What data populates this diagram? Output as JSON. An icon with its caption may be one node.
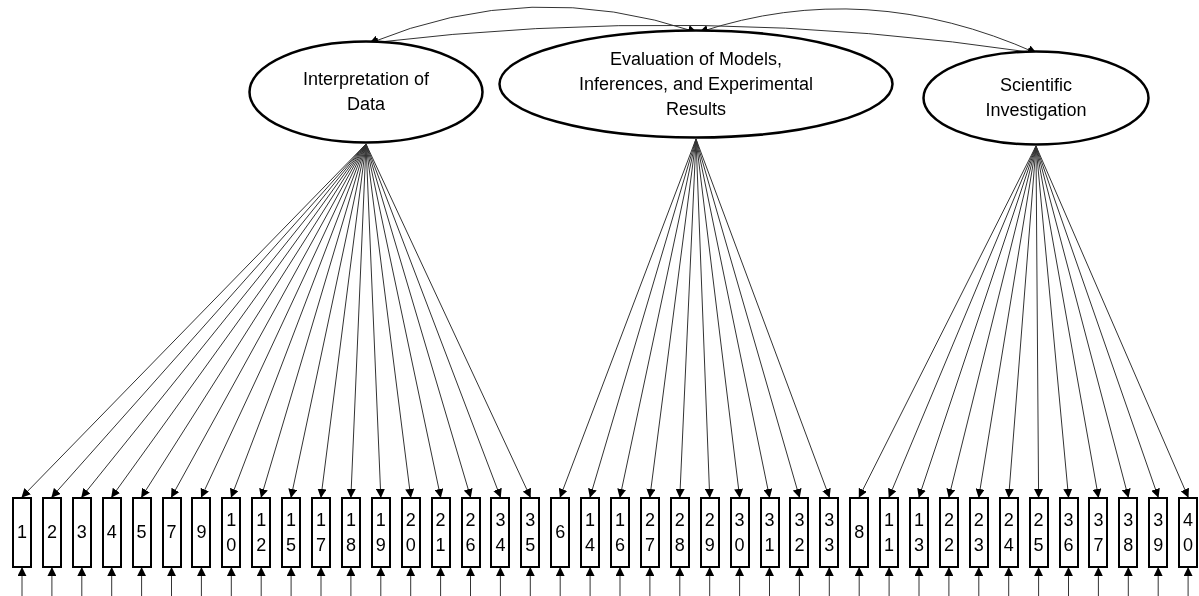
{
  "diagram": {
    "nodes": [
      {
        "text": [
          "Interpretation of Data"
        ]
      },
      {
        "text": [
          "Evaluation of Models, Inferences, and Experimental Results"
        ]
      },
      {
        "text": [
          "Scientific Investigation"
        ]
      },
      {
        "text": [
          "1"
        ]
      },
      {
        "text": [
          "2"
        ]
      },
      {
        "text": [
          "3"
        ]
      },
      {
        "text": [
          "4"
        ]
      },
      {
        "text": [
          "5"
        ]
      },
      {
        "text": [
          "7"
        ]
      },
      {
        "text": [
          "9"
        ]
      },
      {
        "text": [
          "10"
        ]
      },
      {
        "text": [
          "12"
        ]
      },
      {
        "text": [
          "15"
        ]
      },
      {
        "text": [
          "17"
        ]
      },
      {
        "text": [
          "18"
        ]
      },
      {
        "text": [
          "19"
        ]
      },
      {
        "text": [
          "20"
        ]
      },
      {
        "text": [
          "21"
        ]
      },
      {
        "text": [
          "26"
        ]
      },
      {
        "text": [
          "34"
        ]
      },
      {
        "text": [
          "35"
        ]
      },
      {
        "text": [
          "6"
        ]
      },
      {
        "text": [
          "14"
        ]
      },
      {
        "text": [
          "16"
        ]
      },
      {
        "text": [
          "27"
        ]
      },
      {
        "text": [
          "28"
        ]
      },
      {
        "text": [
          "29"
        ]
      },
      {
        "text": [
          "30"
        ]
      },
      {
        "text": [
          "31"
        ]
      },
      {
        "text": [
          "32"
        ]
      },
      {
        "text": [
          "33"
        ]
      },
      {
        "text": [
          "8"
        ]
      },
      {
        "text": [
          "11"
        ]
      },
      {
        "text": [
          "13"
        ]
      },
      {
        "text": [
          "22"
        ]
      },
      {
        "text": [
          "23"
        ]
      },
      {
        "text": [
          "24"
        ]
      },
      {
        "text": [
          "25"
        ]
      },
      {
        "text": [
          "36"
        ]
      },
      {
        "text": [
          "37"
        ]
      },
      {
        "text": [
          "38"
        ]
      },
      {
        "text": [
          "39"
        ]
      },
      {
        "text": [
          "40"
        ]
      }
    ],
    "edges": [
      {
        "from": 0,
        "to": 3,
        "arrow": "to"
      },
      {
        "from": 0,
        "to": 4,
        "arrow": "to"
      },
      {
        "from": 0,
        "to": 5,
        "arrow": "to"
      },
      {
        "from": 0,
        "to": 6,
        "arrow": "to"
      },
      {
        "from": 0,
        "to": 7,
        "arrow": "to"
      },
      {
        "from": 0,
        "to": 8,
        "arrow": "to"
      },
      {
        "from": 0,
        "to": 9,
        "arrow": "to"
      },
      {
        "from": 0,
        "to": 10,
        "arrow": "to"
      },
      {
        "from": 0,
        "to": 11,
        "arrow": "to"
      },
      {
        "from": 0,
        "to": 12,
        "arrow": "to"
      },
      {
        "from": 0,
        "to": 13,
        "arrow": "to"
      },
      {
        "from": 0,
        "to": 14,
        "arrow": "to"
      },
      {
        "from": 0,
        "to": 15,
        "arrow": "to"
      },
      {
        "from": 0,
        "to": 16,
        "arrow": "to"
      },
      {
        "from": 0,
        "to": 17,
        "arrow": "to"
      },
      {
        "from": 0,
        "to": 18,
        "arrow": "to"
      },
      {
        "from": 0,
        "to": 19,
        "arrow": "to"
      },
      {
        "from": 0,
        "to": 20,
        "arrow": "to"
      },
      {
        "from": 1,
        "to": 21,
        "arrow": "to"
      },
      {
        "from": 1,
        "to": 22,
        "arrow": "to"
      },
      {
        "from": 1,
        "to": 23,
        "arrow": "to"
      },
      {
        "from": 1,
        "to": 24,
        "arrow": "to"
      },
      {
        "from": 1,
        "to": 25,
        "arrow": "to"
      },
      {
        "from": 1,
        "to": 26,
        "arrow": "to"
      },
      {
        "from": 1,
        "to": 27,
        "arrow": "to"
      },
      {
        "from": 1,
        "to": 28,
        "arrow": "to"
      },
      {
        "from": 1,
        "to": 29,
        "arrow": "to"
      },
      {
        "from": 1,
        "to": 30,
        "arrow": "to"
      },
      {
        "from": 2,
        "to": 31,
        "arrow": "to"
      },
      {
        "from": 2,
        "to": 32,
        "arrow": "to"
      },
      {
        "from": 2,
        "to": 33,
        "arrow": "to"
      },
      {
        "from": 2,
        "to": 34,
        "arrow": "to"
      },
      {
        "from": 2,
        "to": 35,
        "arrow": "to"
      },
      {
        "from": 2,
        "to": 36,
        "arrow": "to"
      },
      {
        "from": 2,
        "to": 37,
        "arrow": "to"
      },
      {
        "from": 2,
        "to": 38,
        "arrow": "to"
      },
      {
        "from": 2,
        "to": 39,
        "arrow": "to"
      },
      {
        "from": 2,
        "to": 40,
        "arrow": "to"
      },
      {
        "from": 2,
        "to": 41,
        "arrow": "to"
      },
      {
        "from": 2,
        "to": 42,
        "arrow": "to"
      },
      {
        "from": null,
        "to": 3,
        "arrow": "to"
      },
      {
        "from": null,
        "to": 4,
        "arrow": "to"
      },
      {
        "from": null,
        "to": 5,
        "arrow": "to"
      },
      {
        "from": null,
        "to": 6,
        "arrow": "to"
      },
      {
        "from": null,
        "to": 7,
        "arrow": "to"
      },
      {
        "from": null,
        "to": 8,
        "arrow": "to"
      },
      {
        "from": null,
        "to": 9,
        "arrow": "to"
      },
      {
        "from": null,
        "to": 10,
        "arrow": "to"
      },
      {
        "from": null,
        "to": 11,
        "arrow": "to"
      },
      {
        "from": null,
        "to": 12,
        "arrow": "to"
      },
      {
        "from": null,
        "to": 13,
        "arrow": "to"
      },
      {
        "from": null,
        "to": 14,
        "arrow": "to"
      },
      {
        "from": null,
        "to": 15,
        "arrow": "to"
      },
      {
        "from": null,
        "to": 16,
        "arrow": "to"
      },
      {
        "from": null,
        "to": 17,
        "arrow": "to"
      },
      {
        "from": null,
        "to": 18,
        "arrow": "to"
      },
      {
        "from": null,
        "to": 19,
        "arrow": "to"
      },
      {
        "from": null,
        "to": 20,
        "arrow": "to"
      },
      {
        "from": null,
        "to": 21,
        "arrow": "to"
      },
      {
        "from": null,
        "to": 22,
        "arrow": "to"
      },
      {
        "from": null,
        "to": 23,
        "arrow": "to"
      },
      {
        "from": null,
        "to": 24,
        "arrow": "to"
      },
      {
        "from": null,
        "to": 25,
        "arrow": "to"
      },
      {
        "from": null,
        "to": 26,
        "arrow": "to"
      },
      {
        "from": null,
        "to": 27,
        "arrow": "to"
      },
      {
        "from": null,
        "to": 28,
        "arrow": "to"
      },
      {
        "from": null,
        "to": 29,
        "arrow": "to"
      },
      {
        "from": null,
        "to": 30,
        "arrow": "to"
      },
      {
        "from": null,
        "to": 31,
        "arrow": "to"
      },
      {
        "from": null,
        "to": 32,
        "arrow": "to"
      },
      {
        "from": null,
        "to": 33,
        "arrow": "to"
      },
      {
        "from": null,
        "to": 34,
        "arrow": "to"
      },
      {
        "from": null,
        "to": 35,
        "arrow": "to"
      },
      {
        "from": null,
        "to": 36,
        "arrow": "to"
      },
      {
        "from": null,
        "to": 37,
        "arrow": "to"
      },
      {
        "from": null,
        "to": 38,
        "arrow": "to"
      },
      {
        "from": null,
        "to": 39,
        "arrow": "to"
      },
      {
        "from": null,
        "to": 40,
        "arrow": "to"
      },
      {
        "from": null,
        "to": 41,
        "arrow": "to"
      },
      {
        "from": null,
        "to": 42,
        "arrow": "to"
      },
      {
        "from": 0,
        "to": 1,
        "arrow": "both"
      },
      {
        "from": 1,
        "to": 2,
        "arrow": "both"
      },
      {
        "from": 0,
        "to": 2,
        "arrow": "both"
      }
    ]
  }
}
